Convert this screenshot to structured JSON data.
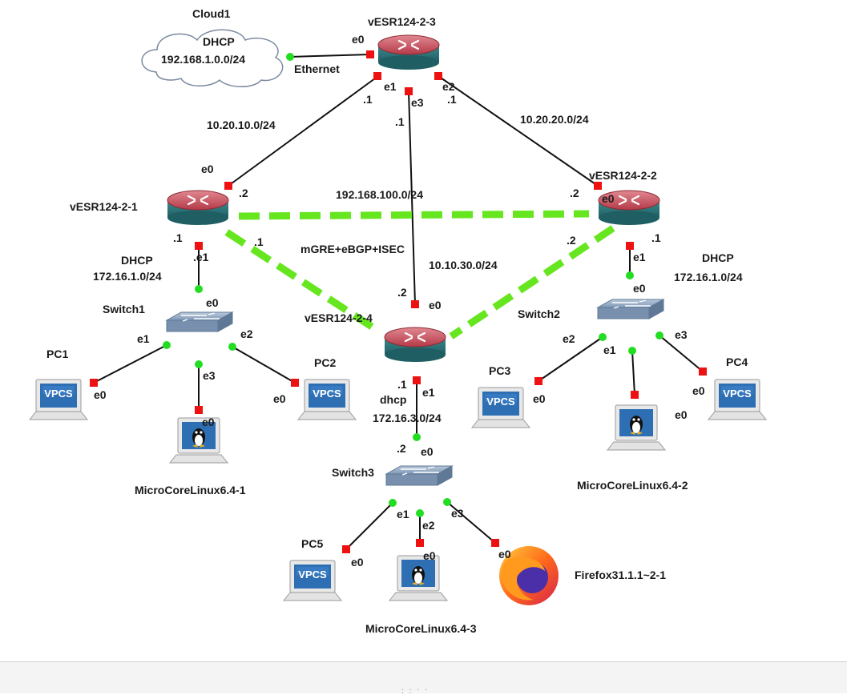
{
  "cloud": {
    "title": "Cloud1",
    "line1": "DHCP",
    "line2": "192.168.1.0.0/24",
    "link_label": "Ethernet"
  },
  "routers": {
    "r3": {
      "name": "vESR124-2-3"
    },
    "r1": {
      "name": "vESR124-2-1"
    },
    "r2": {
      "name": "vESR124-2-2"
    },
    "r4": {
      "name": "vESR124-2-4"
    }
  },
  "switches": {
    "s1": {
      "name": "Switch1"
    },
    "s2": {
      "name": "Switch2"
    },
    "s3": {
      "name": "Switch3"
    }
  },
  "hosts": {
    "pc1": {
      "name": "PC1",
      "badge": "VPCS"
    },
    "pc2": {
      "name": "PC2",
      "badge": "VPCS"
    },
    "pc3": {
      "name": "PC3",
      "badge": "VPCS"
    },
    "pc4": {
      "name": "PC4",
      "badge": "VPCS"
    },
    "pc5": {
      "name": "PC5",
      "badge": "VPCS"
    },
    "mcl1": {
      "name": "MicroCoreLinux6.4-1"
    },
    "mcl2": {
      "name": "MicroCoreLinux6.4-2"
    },
    "mcl3": {
      "name": "MicroCoreLinux6.4-3"
    },
    "ff": {
      "name": "Firefox31.1.1~2-1"
    }
  },
  "networks": {
    "n1": "10.20.10.0/24",
    "n2": "10.20.20.0/24",
    "n3": "10.10.30.0/24",
    "overlay": "192.168.100.0/24",
    "tunnel": "mGRE+eBGP+ISEC",
    "lan1_dhcp": "DHCP",
    "lan1": "172.16.1.0/24",
    "lan2_dhcp": "DHCP",
    "lan2": "172.16.1.0/24",
    "lan3_dhcp": "dhcp",
    "lan3": "172.16.3.0/24"
  },
  "interfaces": {
    "r3_e0": "e0",
    "r3_e1": "e1",
    "r3_e2": "e2",
    "r3_e3": "e3",
    "r3_a1": ".1",
    "r3_a2": ".1",
    "r3_a3": ".1",
    "r1_e0": "e0",
    "r1_a2": ".2",
    "r1_a1": ".1",
    "r1_e1": ".e1",
    "r1_t1": ".1",
    "r2_e0": "e0",
    "r2_a2": ".2",
    "r2_a1": ".1",
    "r2_e1": "e1",
    "r2_t2": ".2",
    "r4_e0": "e0",
    "r4_a2": ".2",
    "r4_a1": ".1",
    "r4_e1": "e1",
    "s1_e0": "e0",
    "s1_e1": "e1",
    "s1_e2": "e2",
    "s1_e3": "e3",
    "s2_e0": "e0",
    "s2_e1": "e1",
    "s2_e2": "e2",
    "s2_e3": "e3",
    "s3_e0": "e0",
    "s3_e1": "e1",
    "s3_e2": "e2",
    "s3_e3": "e3",
    "s3_a2": ".2",
    "pc1_e0": "e0",
    "pc2_e0": "e0",
    "pc3_e0": "e0",
    "pc4_e0": "e0",
    "pc5_e0": "e0",
    "mcl1_e0": "e0",
    "mcl2_e0": "e0",
    "mcl3_e0": "e0",
    "ff_e0": "e0"
  },
  "colors": {
    "tunnel": "#66e61e",
    "port_up": "#22dd22",
    "port_down": "#ee1111",
    "router": "#c2434f",
    "badge": "#2e6fb4"
  }
}
